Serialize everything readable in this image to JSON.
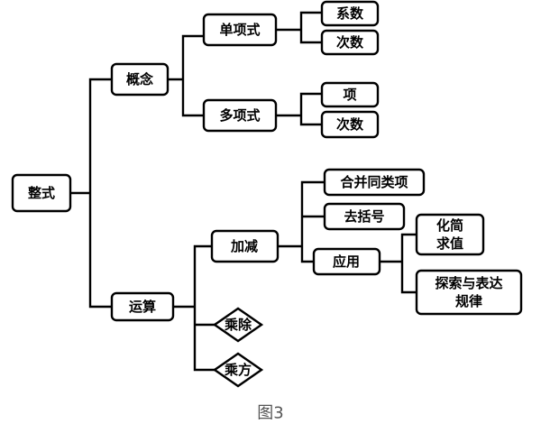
{
  "root": "整式",
  "branches": {
    "concept": "概念",
    "operation": "运算"
  },
  "concept": {
    "monomial": "单项式",
    "monomial_items": [
      "系数",
      "次数"
    ],
    "polynomial": "多项式",
    "polynomial_items": [
      "项",
      "次数"
    ]
  },
  "operation": {
    "add_sub": "加减",
    "add_sub_items": [
      "合并同类项",
      "去括号"
    ],
    "application": "应用",
    "application_items": [
      [
        "化简",
        "求值"
      ],
      [
        "探索与表达",
        "规律"
      ]
    ],
    "mul_div": "乘除",
    "power": "乘方"
  },
  "caption": "图3"
}
